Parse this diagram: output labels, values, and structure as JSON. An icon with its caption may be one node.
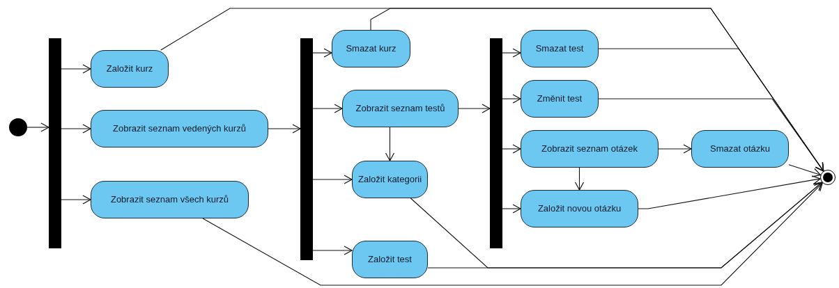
{
  "diagram": {
    "nodes": [
      {
        "text": [],
        "shape": "circle"
      },
      {
        "text": [],
        "shape": "bar"
      },
      {
        "text": [
          "Založit kurz"
        ]
      },
      {
        "text": [
          "Zobrazit seznam vedených kurzů"
        ]
      },
      {
        "text": [
          "Zobrazit seznam všech kurzů"
        ]
      },
      {
        "text": [],
        "shape": "bar"
      },
      {
        "text": [
          "Smazat kurz"
        ]
      },
      {
        "text": [
          "Zobrazit seznam testů"
        ]
      },
      {
        "text": [
          "Založit kategorii"
        ]
      },
      {
        "text": [
          "Založit test"
        ]
      },
      {
        "text": [],
        "shape": "bar"
      },
      {
        "text": [
          "Smazat test"
        ]
      },
      {
        "text": [
          "Změnit test"
        ]
      },
      {
        "text": [
          "Zobrazit seznam otázek"
        ]
      },
      {
        "text": [
          "Smazat otázku"
        ]
      },
      {
        "text": [
          "Založit novou otázku"
        ]
      },
      {
        "text": [],
        "shape": "circle"
      }
    ],
    "edges": [
      {
        "from": 0,
        "to": 1,
        "arrow": "to"
      },
      {
        "from": 1,
        "to": 2,
        "arrow": "to"
      },
      {
        "from": 1,
        "to": 3,
        "arrow": "to"
      },
      {
        "from": 1,
        "to": 4,
        "arrow": "to"
      },
      {
        "from": 3,
        "to": 5,
        "arrow": "to"
      },
      {
        "from": 5,
        "to": 6,
        "arrow": "to"
      },
      {
        "from": 5,
        "to": 7,
        "arrow": "to"
      },
      {
        "from": 5,
        "to": 8,
        "arrow": "to"
      },
      {
        "from": 5,
        "to": 9,
        "arrow": "to"
      },
      {
        "from": 7,
        "to": 8,
        "arrow": "to"
      },
      {
        "from": 7,
        "to": 10,
        "arrow": "to"
      },
      {
        "from": 10,
        "to": 11,
        "arrow": "to"
      },
      {
        "from": 10,
        "to": 12,
        "arrow": "to"
      },
      {
        "from": 10,
        "to": 13,
        "arrow": "to"
      },
      {
        "from": 10,
        "to": 15,
        "arrow": "to"
      },
      {
        "from": 13,
        "to": 14,
        "arrow": "to"
      },
      {
        "from": 13,
        "to": 15,
        "arrow": "to"
      },
      {
        "from": 2,
        "to": 16,
        "arrow": "to"
      },
      {
        "from": 6,
        "to": 16,
        "arrow": "to"
      },
      {
        "from": 11,
        "to": 16,
        "arrow": "to"
      },
      {
        "from": 12,
        "to": 16,
        "arrow": "to"
      },
      {
        "from": 14,
        "to": 16,
        "arrow": "to"
      },
      {
        "from": 15,
        "to": 16,
        "arrow": "to"
      },
      {
        "from": 9,
        "to": 16,
        "arrow": "to"
      },
      {
        "from": 8,
        "to": 16,
        "arrow": "to"
      },
      {
        "from": 4,
        "to": 16,
        "arrow": "to"
      }
    ]
  }
}
